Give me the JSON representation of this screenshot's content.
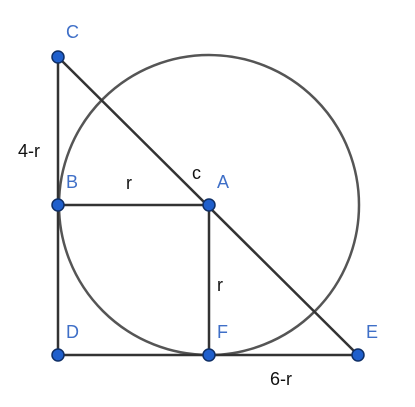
{
  "diagram": {
    "points": {
      "C": {
        "label": "C"
      },
      "B": {
        "label": "B"
      },
      "A": {
        "label": "A"
      },
      "D": {
        "label": "D"
      },
      "F": {
        "label": "F"
      },
      "E": {
        "label": "E"
      }
    },
    "labels": {
      "cb": "4-r",
      "ba": "r",
      "c": "c",
      "af": "r",
      "fe": "6-r"
    },
    "colors": {
      "line": "#333333",
      "circle": "#555555",
      "point_fill": "#1f5fcc",
      "point_stroke": "#0f2f66",
      "point_label": "#3f6fc7",
      "text": "#111111"
    }
  }
}
